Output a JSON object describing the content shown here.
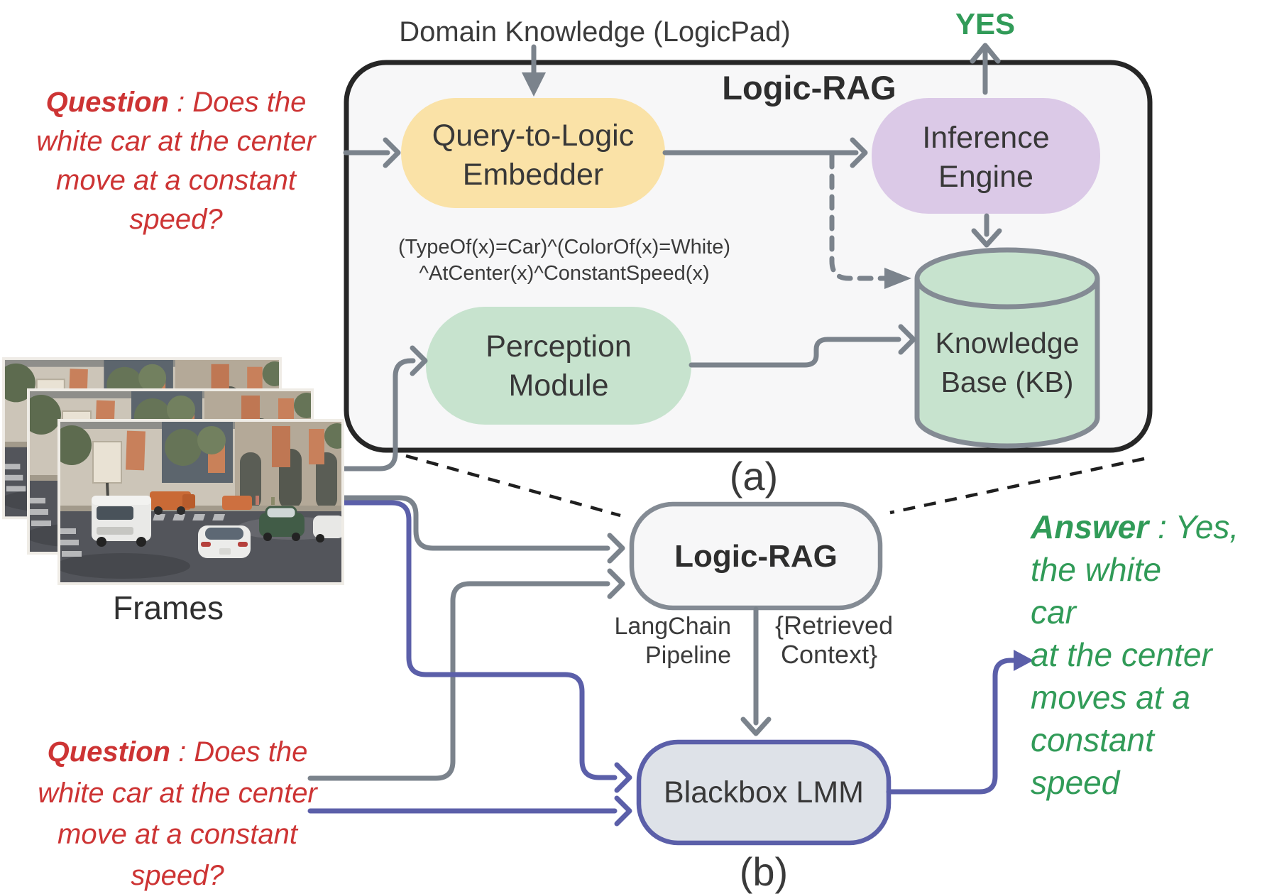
{
  "figure": {
    "domain_knowledge_label": "Domain Knowledge (LogicPad)",
    "yes_label": "YES",
    "panel_a": {
      "box_label": "Logic-RAG",
      "embedder_line1": "Query-to-Logic",
      "embedder_line2": "Embedder",
      "inference_line1": "Inference",
      "inference_line2": "Engine",
      "formula_line1": "(TypeOf(x)=Car)^(ColorOf(x)=White)",
      "formula_line2": "^AtCenter(x)^ConstantSpeed(x)",
      "perception_line1": "Perception",
      "perception_line2": "Module",
      "kb_line1": "Knowledge",
      "kb_line2": "Base (KB)",
      "caption": "(a)"
    },
    "question": {
      "label": "Question",
      "rest": ": Does the",
      "line2": "white car at the center",
      "line3": "move at a constant",
      "line4": "speed?"
    },
    "frames_label": "Frames",
    "panel_b": {
      "logic_rag_label": "Logic-RAG",
      "langchain_line1": "LangChain",
      "langchain_line2": "Pipeline",
      "retrieved_line1": "{Retrieved",
      "retrieved_line2": "Context}",
      "blackbox_label": "Blackbox LMM",
      "caption": "(b)"
    },
    "answer": {
      "label": "Answer",
      "rest": ": Yes,",
      "line2": "the white",
      "line3": "car",
      "line4": "at the center",
      "line5": "moves at a",
      "line6": "constant",
      "line7": "speed"
    },
    "colors": {
      "red_text": "#cd3434",
      "green_text": "#319b58",
      "purple_line": "#5b5fa9",
      "gray_line": "#7b838c",
      "yellow_fill": "#fae2a7",
      "lavender_fill": "#dbc9e7",
      "green_fill": "#c7e3ce",
      "blackbox_fill": "#dee2e8",
      "panel_fill": "#f7f7f8",
      "dark_text": "#383838"
    }
  }
}
